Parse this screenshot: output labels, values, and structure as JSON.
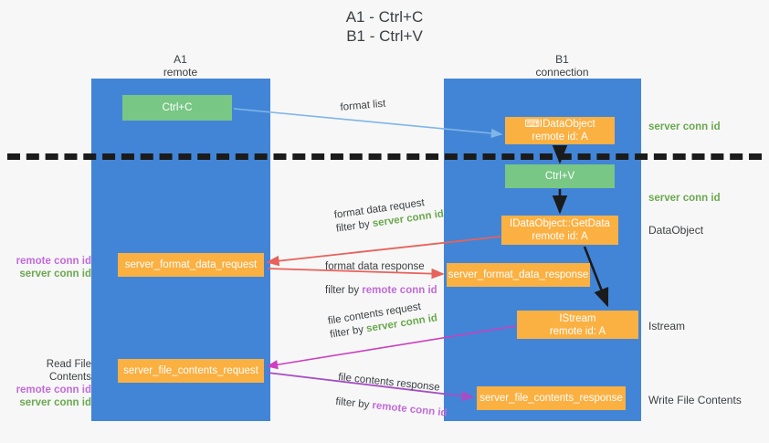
{
  "title": {
    "line1": "A1 - Ctrl+C",
    "line2": "B1 - Ctrl+V"
  },
  "lanes": [
    {
      "name": "A1",
      "sub": "remote",
      "color": "#4285d6"
    },
    {
      "name": "B1",
      "sub": "connection",
      "color": "#4285d6"
    }
  ],
  "colors": {
    "lane": "#4285d6",
    "orange_box": "#fbb042",
    "green_box": "#78c785",
    "server_conn_id": "#6aa84f",
    "remote_conn_id": "#c16bd8",
    "arrow_blue": "#7eb6e8",
    "arrow_red": "#e8615a",
    "arrow_magenta": "#cc3fbf",
    "arrow_purple": "#a64fc4",
    "arrow_black": "#1b1b1b",
    "background": "#f7f7f7"
  },
  "boxes": {
    "ctrl_c": {
      "line1": "Ctrl+C"
    },
    "idataobject": {
      "line1": "⌨IDataObject",
      "line2": "remote id: A"
    },
    "ctrl_v": {
      "line1": "Ctrl+V"
    },
    "getdata": {
      "line1": "IDataObject::GetData",
      "line2": "remote id: A"
    },
    "server_format_data_request": {
      "line1": "server_format_data_request"
    },
    "server_format_data_response": {
      "line1": "server_format_data_response"
    },
    "istream": {
      "line1": "IStream",
      "line2": "remote id: A"
    },
    "server_file_contents_request": {
      "line1": "server_file_contents_request"
    },
    "server_file_contents_response": {
      "line1": "server_file_contents_response"
    }
  },
  "annotations": {
    "format_list": {
      "line1": "format list"
    },
    "format_data_request": {
      "line1": "format data request",
      "line2_prefix": "filter by ",
      "line2_token": "server conn id"
    },
    "format_data_response": {
      "line1": "format data response",
      "line2_prefix": "filter by ",
      "line2_token": "remote conn id"
    },
    "file_contents_request": {
      "line1": "file contents request",
      "line2_prefix": "filter by ",
      "line2_token": "server conn id"
    },
    "file_contents_response": {
      "line1": "file contents response",
      "line2_prefix": "filter by ",
      "line2_token": "remote conn id"
    }
  },
  "side_labels": {
    "server_conn_id_top": "server conn id",
    "server_conn_id_mid": "server conn id",
    "dataobject": "DataObject",
    "istream": "Istream",
    "write_file_contents": "Write File Contents",
    "read_file_contents": "Read File Contents",
    "remote_conn_id": "remote conn id",
    "server_conn_id": "server conn id"
  }
}
